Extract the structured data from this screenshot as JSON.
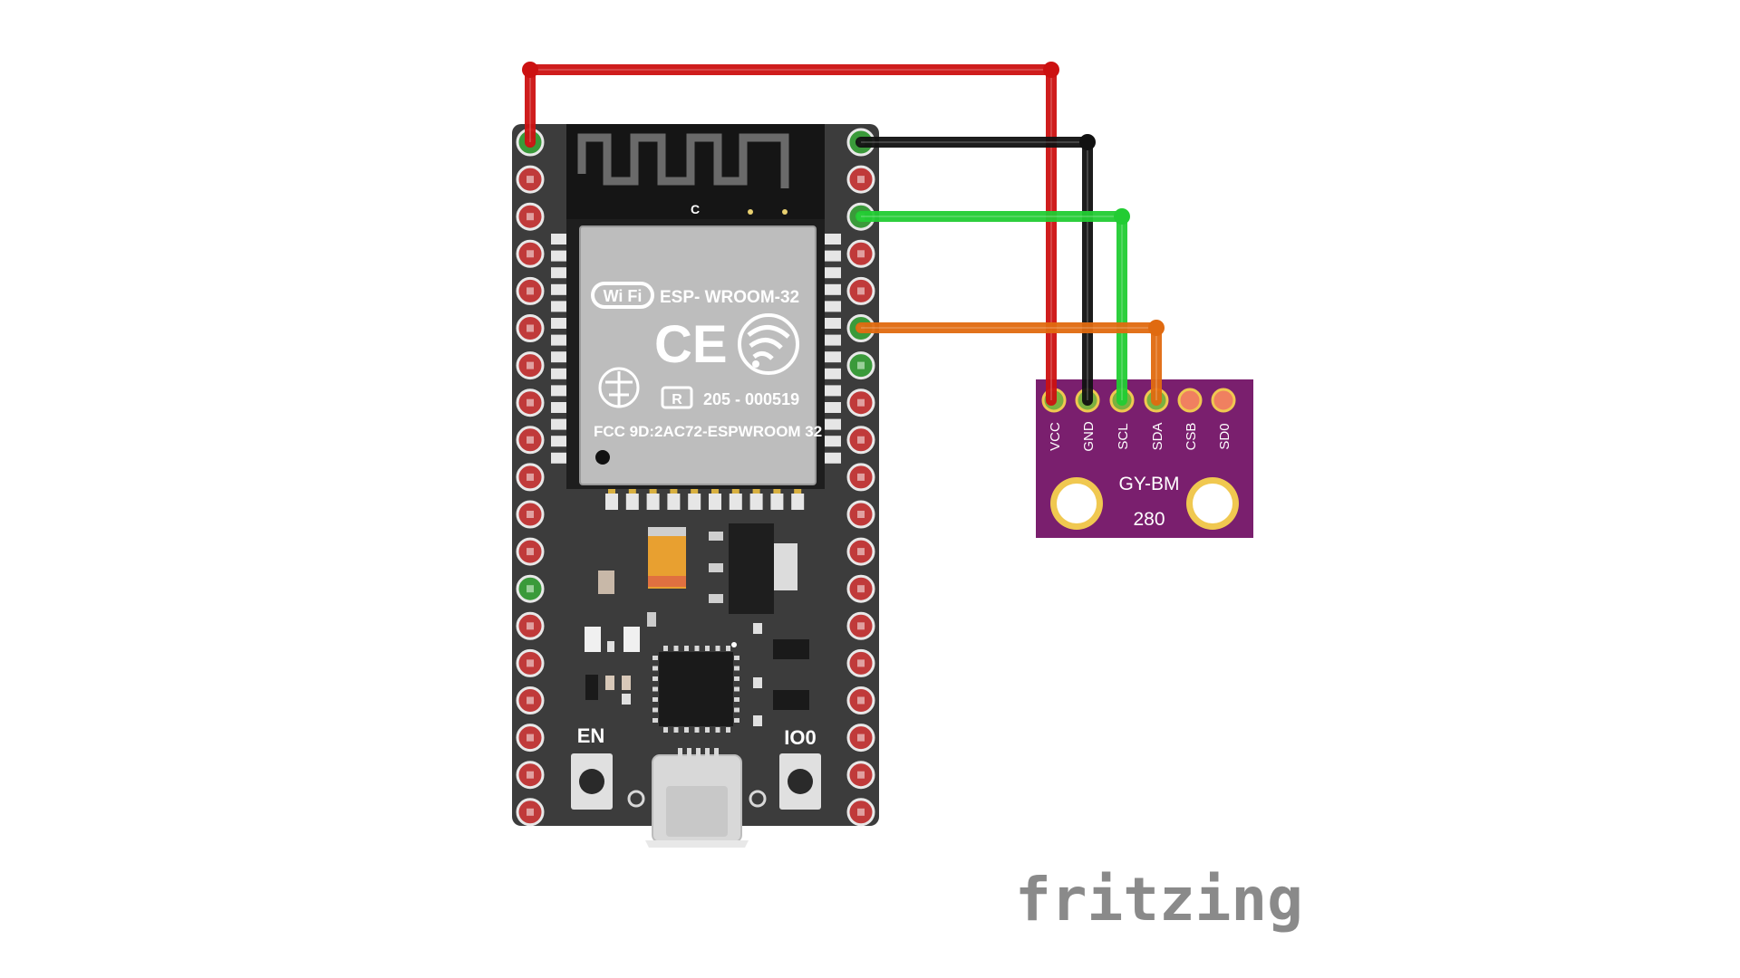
{
  "brand": {
    "name": "fritzing"
  },
  "esp32": {
    "module_name": "ESP- WROOM-32",
    "wifi_logo_text": "Wi Fi",
    "ce_mark": "CE",
    "cert_number": "205 - 000519",
    "registered_mark": "R",
    "fcc_id": "FCC  9D:2AC72-ESPWROOM 32",
    "antenna_label": "C",
    "button_en": "EN",
    "button_io0": "IO0"
  },
  "sensor": {
    "name_line1": "GY-BM",
    "name_line2": "280",
    "pins": [
      "VCC",
      "GND",
      "SCL",
      "SDA",
      "CSB",
      "SD0"
    ]
  },
  "wires": [
    {
      "from": "esp32-left-pin-1",
      "to": "sensor-VCC",
      "color": "#cc1111"
    },
    {
      "from": "esp32-right-pin-1",
      "to": "sensor-GND",
      "color": "#111111"
    },
    {
      "from": "esp32-right-pin-3",
      "to": "sensor-SCL",
      "color": "#22cc33"
    },
    {
      "from": "esp32-right-pin-6",
      "to": "sensor-SDA",
      "color": "#e06a10"
    }
  ],
  "colors": {
    "board": "#3a3a3a",
    "sensor_board": "#7a1f6e",
    "pin_red": "#c03a3a",
    "pin_green": "#3a9a3a",
    "gold": "#d8b040"
  }
}
